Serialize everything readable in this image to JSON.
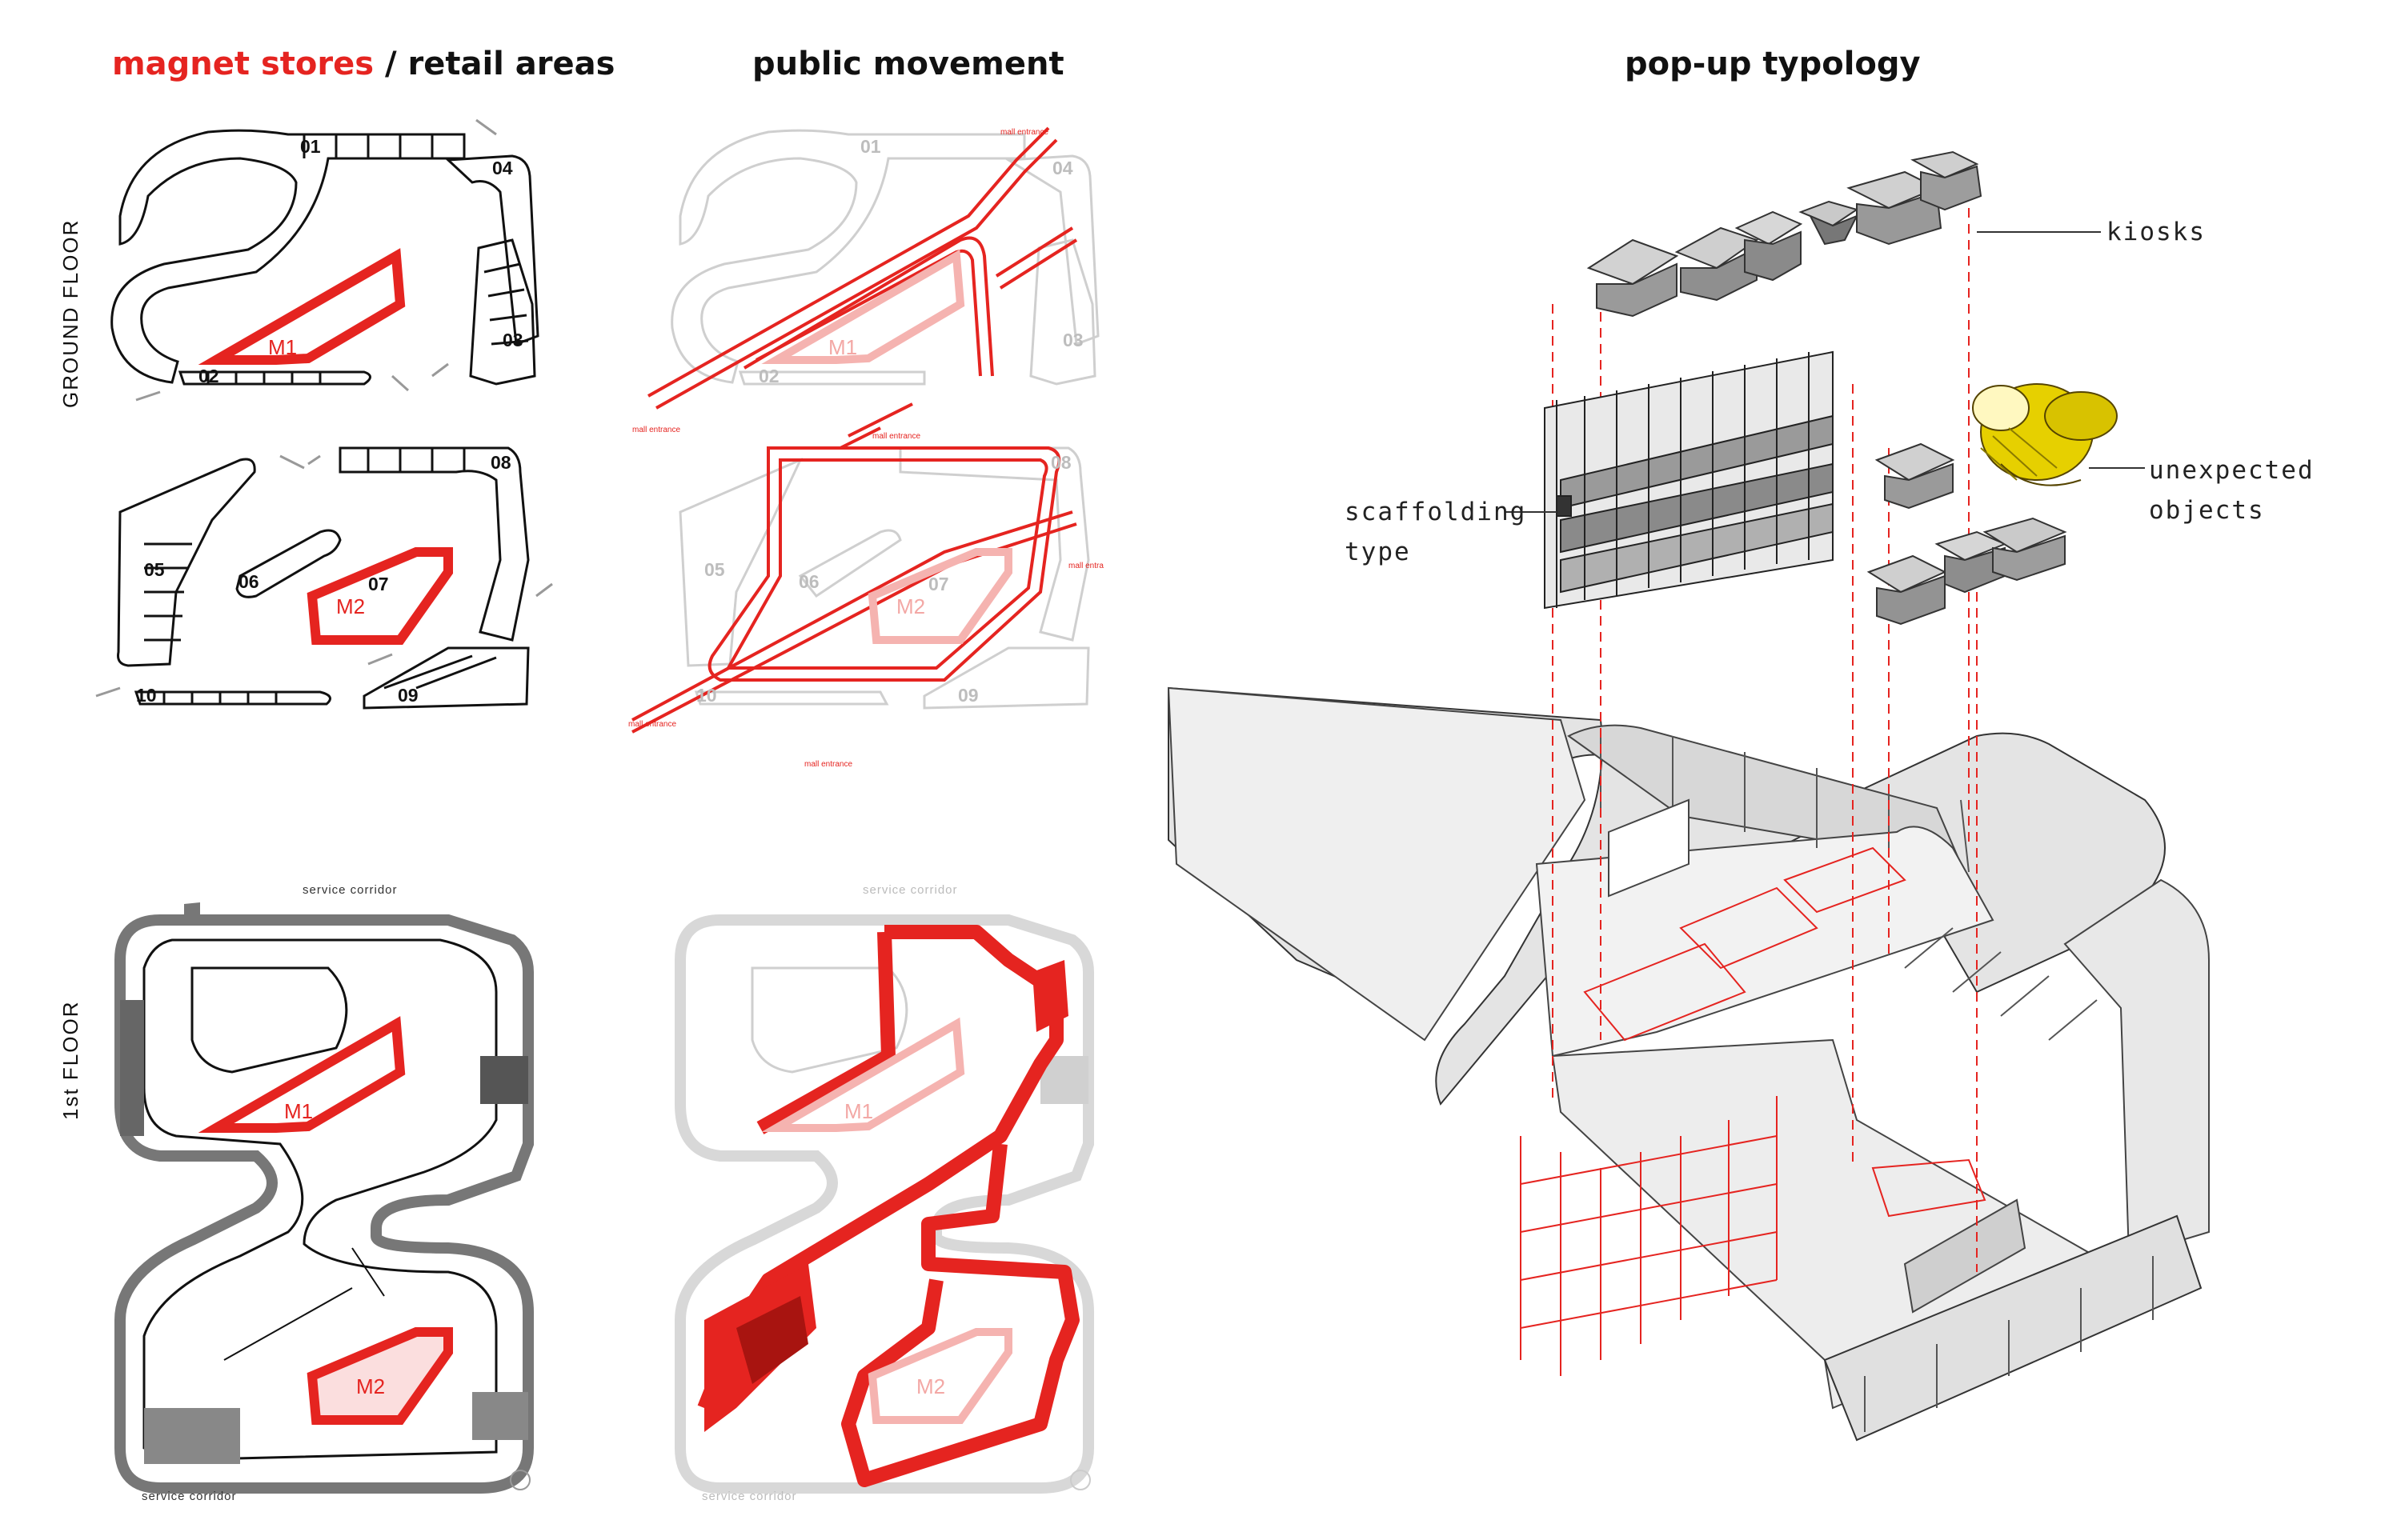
{
  "titles": {
    "magnet_red": "magnet stores",
    "magnet_rest": " / retail areas",
    "movement": "public movement",
    "popup": "pop-up typology"
  },
  "floors": {
    "ground": "GROUND FLOOR",
    "first": "1st  FLOOR"
  },
  "units": {
    "u01": "01",
    "u02": "02",
    "u03": "03",
    "u04": "04",
    "u05": "05",
    "u06": "06",
    "u07": "07",
    "u08": "08",
    "u09": "09",
    "u10": "10",
    "m1": "M1",
    "m2": "M2"
  },
  "labels": {
    "mall_entrance": "mall entrance",
    "mall_entra": "mall entra",
    "service_corridor": "service corridor",
    "kiosks": "kiosks",
    "scaffolding_1": "scaffolding",
    "scaffolding_2": "type",
    "unexpected_1": "unexpected",
    "unexpected_2": "objects"
  },
  "colors": {
    "accent": "#e52420",
    "ink": "#111111",
    "ghost": "#bdbdbd",
    "service": "#777777"
  }
}
